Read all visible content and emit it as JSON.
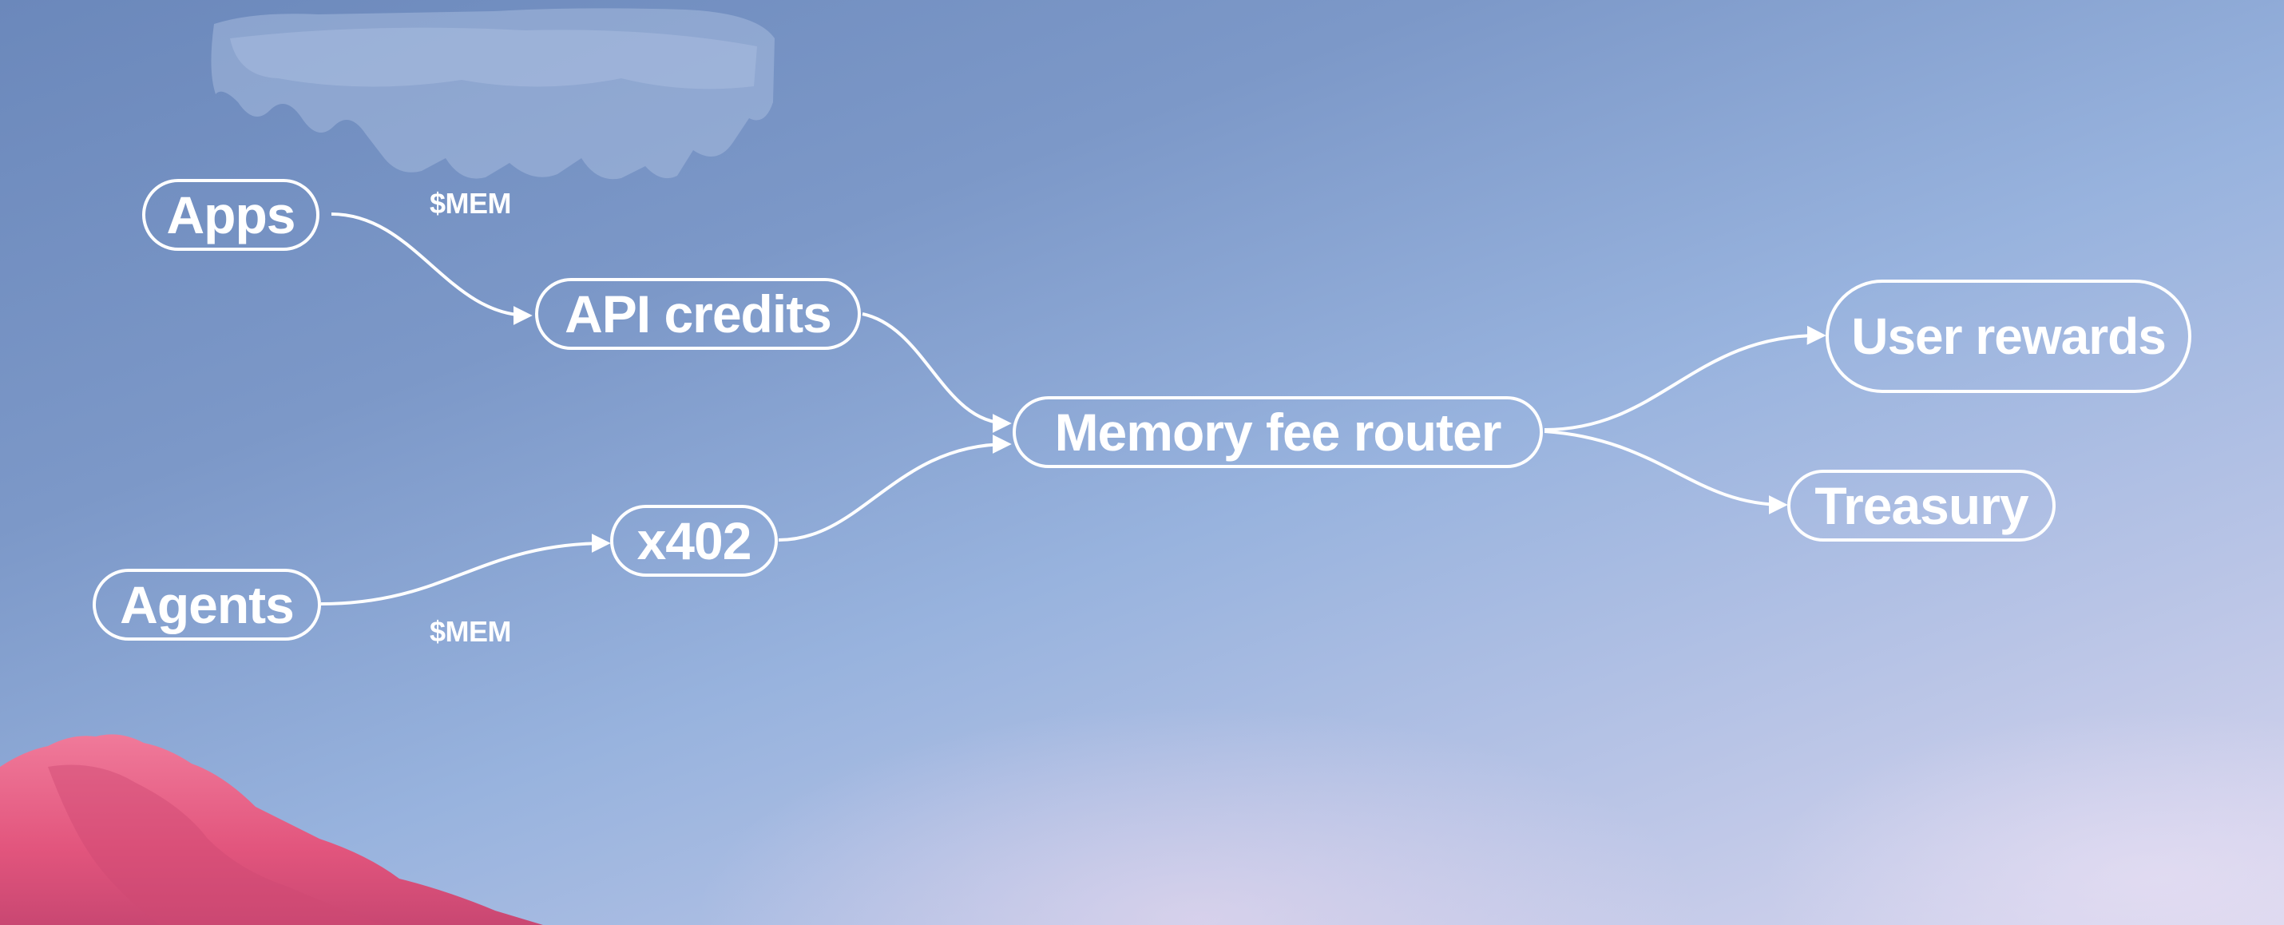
{
  "diagram": {
    "nodes": {
      "apps": "Apps",
      "api_credits": "API credits",
      "agents": "Agents",
      "x402": "x402",
      "router": "Memory fee router",
      "user_rewards": "User rewards",
      "treasury": "Treasury"
    },
    "edge_labels": {
      "apps_token": "$MEM",
      "agents_token": "$MEM"
    },
    "edges": [
      {
        "from": "apps",
        "to": "api_credits"
      },
      {
        "from": "api_credits",
        "to": "router"
      },
      {
        "from": "agents",
        "to": "x402"
      },
      {
        "from": "x402",
        "to": "router"
      },
      {
        "from": "router",
        "to": "user_rewards"
      },
      {
        "from": "router",
        "to": "treasury"
      }
    ]
  },
  "colors": {
    "stroke": "#ffffff",
    "sky_top": "#6b88bb",
    "sky_bottom": "#d9d6ee",
    "mountain": "#e85a82"
  },
  "decor": {
    "background": "sky-scene",
    "top_left": "cloud",
    "bottom_left": "pink-mountain"
  }
}
